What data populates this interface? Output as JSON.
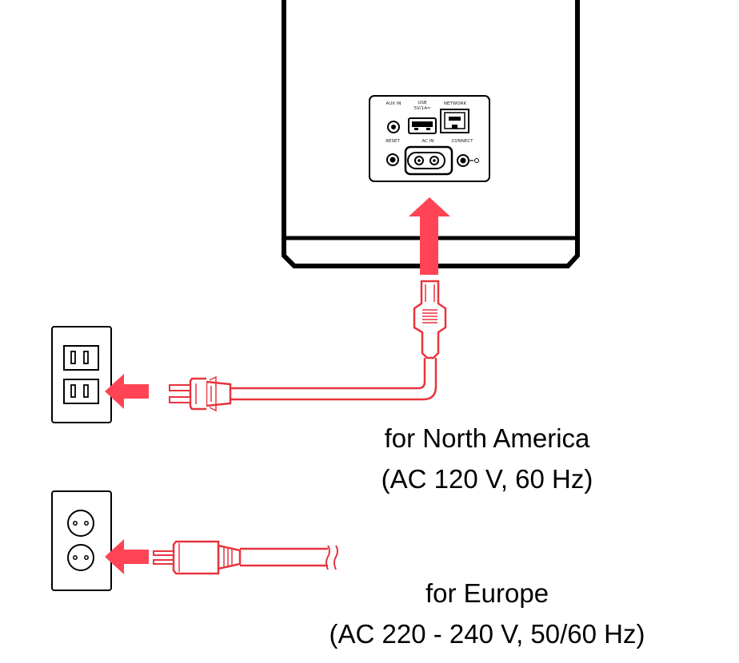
{
  "speaker_panel": {
    "labels": {
      "aux_in": "AUX IN",
      "usb_line1": "USB",
      "usb_line2": "5V/1A⎓",
      "network": "NETWORK",
      "reset": "RESET",
      "ac_in": "AC IN",
      "connect": "CONNECT"
    }
  },
  "captions": {
    "north_america": {
      "region": "for North America",
      "spec": "(AC 120 V, 60 Hz)"
    },
    "europe": {
      "region": "for Europe",
      "spec": "(AC 220 - 240 V, 50/60 Hz)"
    }
  },
  "colors": {
    "arrow": "#ff4455",
    "cord": "#e8343f",
    "outline": "#000000"
  },
  "icons": {
    "arrows": [
      "up-arrow-icon",
      "left-arrow-icon"
    ],
    "outlets": [
      "us-outlet-icon",
      "eu-outlet-icon"
    ],
    "plugs": [
      "figure-8-connector-icon",
      "us-plug-icon",
      "eu-plug-icon"
    ]
  }
}
